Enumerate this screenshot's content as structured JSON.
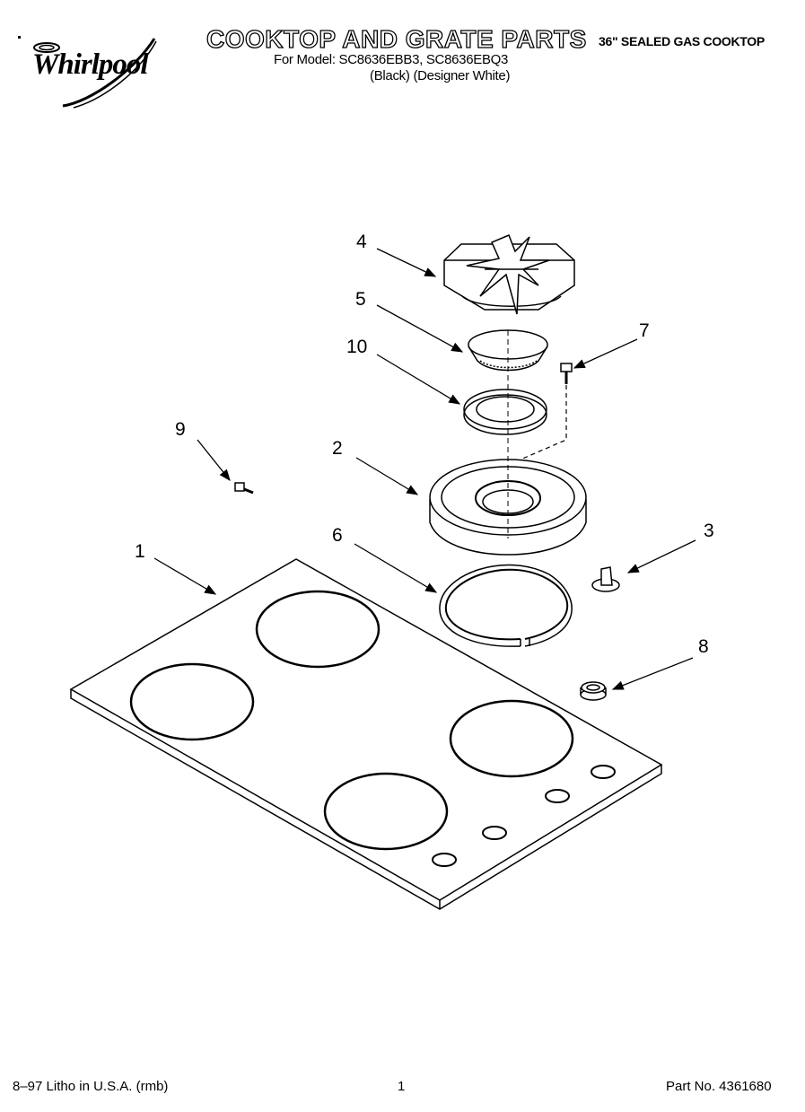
{
  "header": {
    "brand": "Whirlpool",
    "title": "COOKTOP AND GRATE PARTS",
    "subtitle": "36\" SEALED GAS COOKTOP",
    "models_line": "For Model: SC8636EBB3, SC8636EBQ3",
    "colors_line": "(Black)  (Designer White)"
  },
  "callouts": {
    "c1": "1",
    "c2": "2",
    "c3": "3",
    "c4": "4",
    "c5": "5",
    "c6": "6",
    "c7": "7",
    "c8": "8",
    "c9": "9",
    "c10": "10"
  },
  "footer": {
    "litho": "8–97 Litho in U.S.A. (rmb)",
    "page": "1",
    "part_no": "Part No. 4361680"
  }
}
